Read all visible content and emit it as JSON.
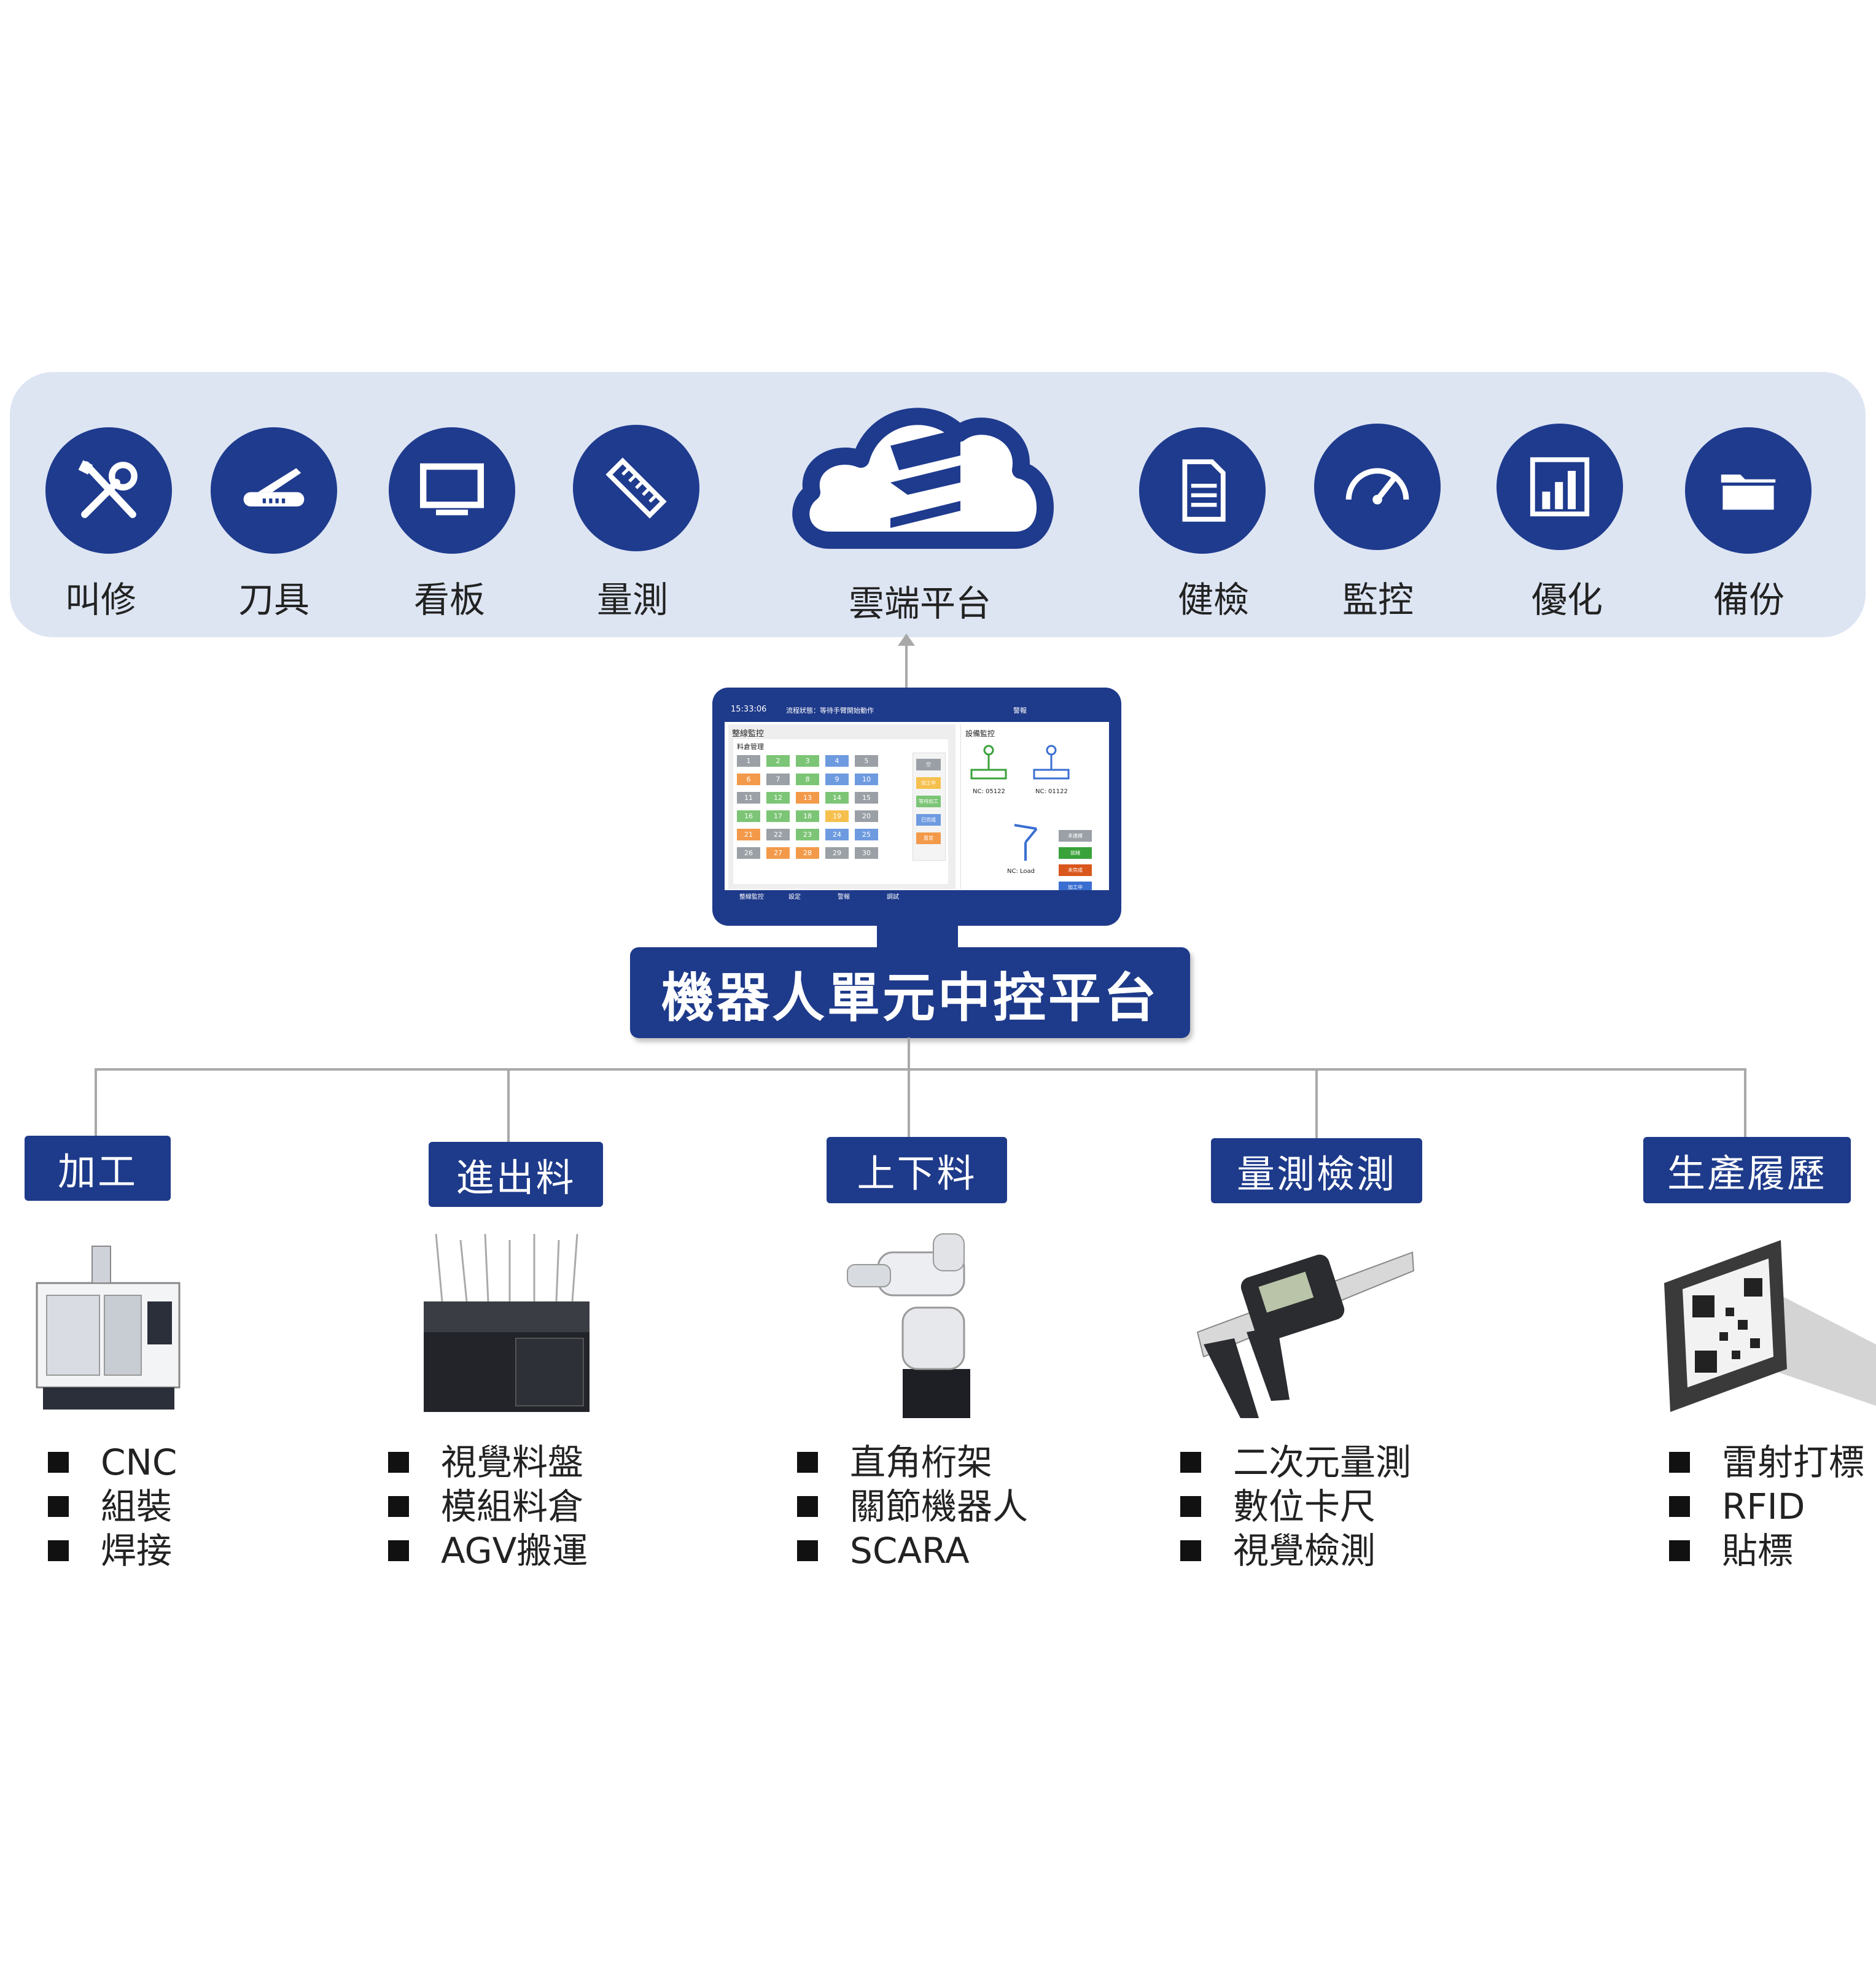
{
  "cloud": {
    "center_label": "雲端平台",
    "left_items": [
      {
        "label": "叫修",
        "icon": "wrench-screwdriver-icon"
      },
      {
        "label": "刀具",
        "icon": "tool-knife-icon"
      },
      {
        "label": "看板",
        "icon": "monitor-icon"
      },
      {
        "label": "量測",
        "icon": "ruler-icon"
      }
    ],
    "right_items": [
      {
        "label": "健檢",
        "icon": "document-icon"
      },
      {
        "label": "監控",
        "icon": "gauge-icon"
      },
      {
        "label": "優化",
        "icon": "bar-chart-icon"
      },
      {
        "label": "備份",
        "icon": "folder-icon"
      }
    ]
  },
  "screen": {
    "time": "15:33:06",
    "status": "流程狀態：等待手臂開始動作",
    "alarm": "警報",
    "left_title": "整線監控",
    "sub_title": "料倉管理",
    "grid": [
      "1",
      "2",
      "3",
      "4",
      "5",
      "6",
      "7",
      "8",
      "9",
      "10",
      "11",
      "12",
      "13",
      "14",
      "15",
      "16",
      "17",
      "18",
      "19",
      "20",
      "21",
      "22",
      "23",
      "24",
      "25",
      "26",
      "27",
      "28",
      "29",
      "30"
    ],
    "right_title": "設備監控",
    "nc1": "NC: 05122",
    "nc2": "NC: 01122",
    "nc3": "NC: Load",
    "legend": [
      "空",
      "加工中",
      "等待加工",
      "已完成",
      "異常"
    ],
    "legend2": [
      "未連線",
      "就緒",
      "未完成",
      "加工中"
    ],
    "tabs": [
      "整線監控",
      "設定",
      "警報",
      "調試"
    ]
  },
  "platform_title": "機器人單元中控平台",
  "categories": [
    {
      "label": "加工",
      "items": [
        "CNC",
        "組裝",
        "焊接"
      ]
    },
    {
      "label": "進出料",
      "items": [
        "視覺料盤",
        "模組料倉",
        "AGV搬運"
      ]
    },
    {
      "label": "上下料",
      "items": [
        "直角桁架",
        "關節機器人",
        "SCARA"
      ]
    },
    {
      "label": "量測檢測",
      "items": [
        "二次元量測",
        "數位卡尺",
        "視覺檢測"
      ]
    },
    {
      "label": "生產履歷",
      "items": [
        "雷射打標",
        "RFID",
        "貼標"
      ]
    }
  ],
  "colors": {
    "navy": "#1e3a8a",
    "banner": "#dde5f3",
    "line": "#a9a9a9"
  }
}
